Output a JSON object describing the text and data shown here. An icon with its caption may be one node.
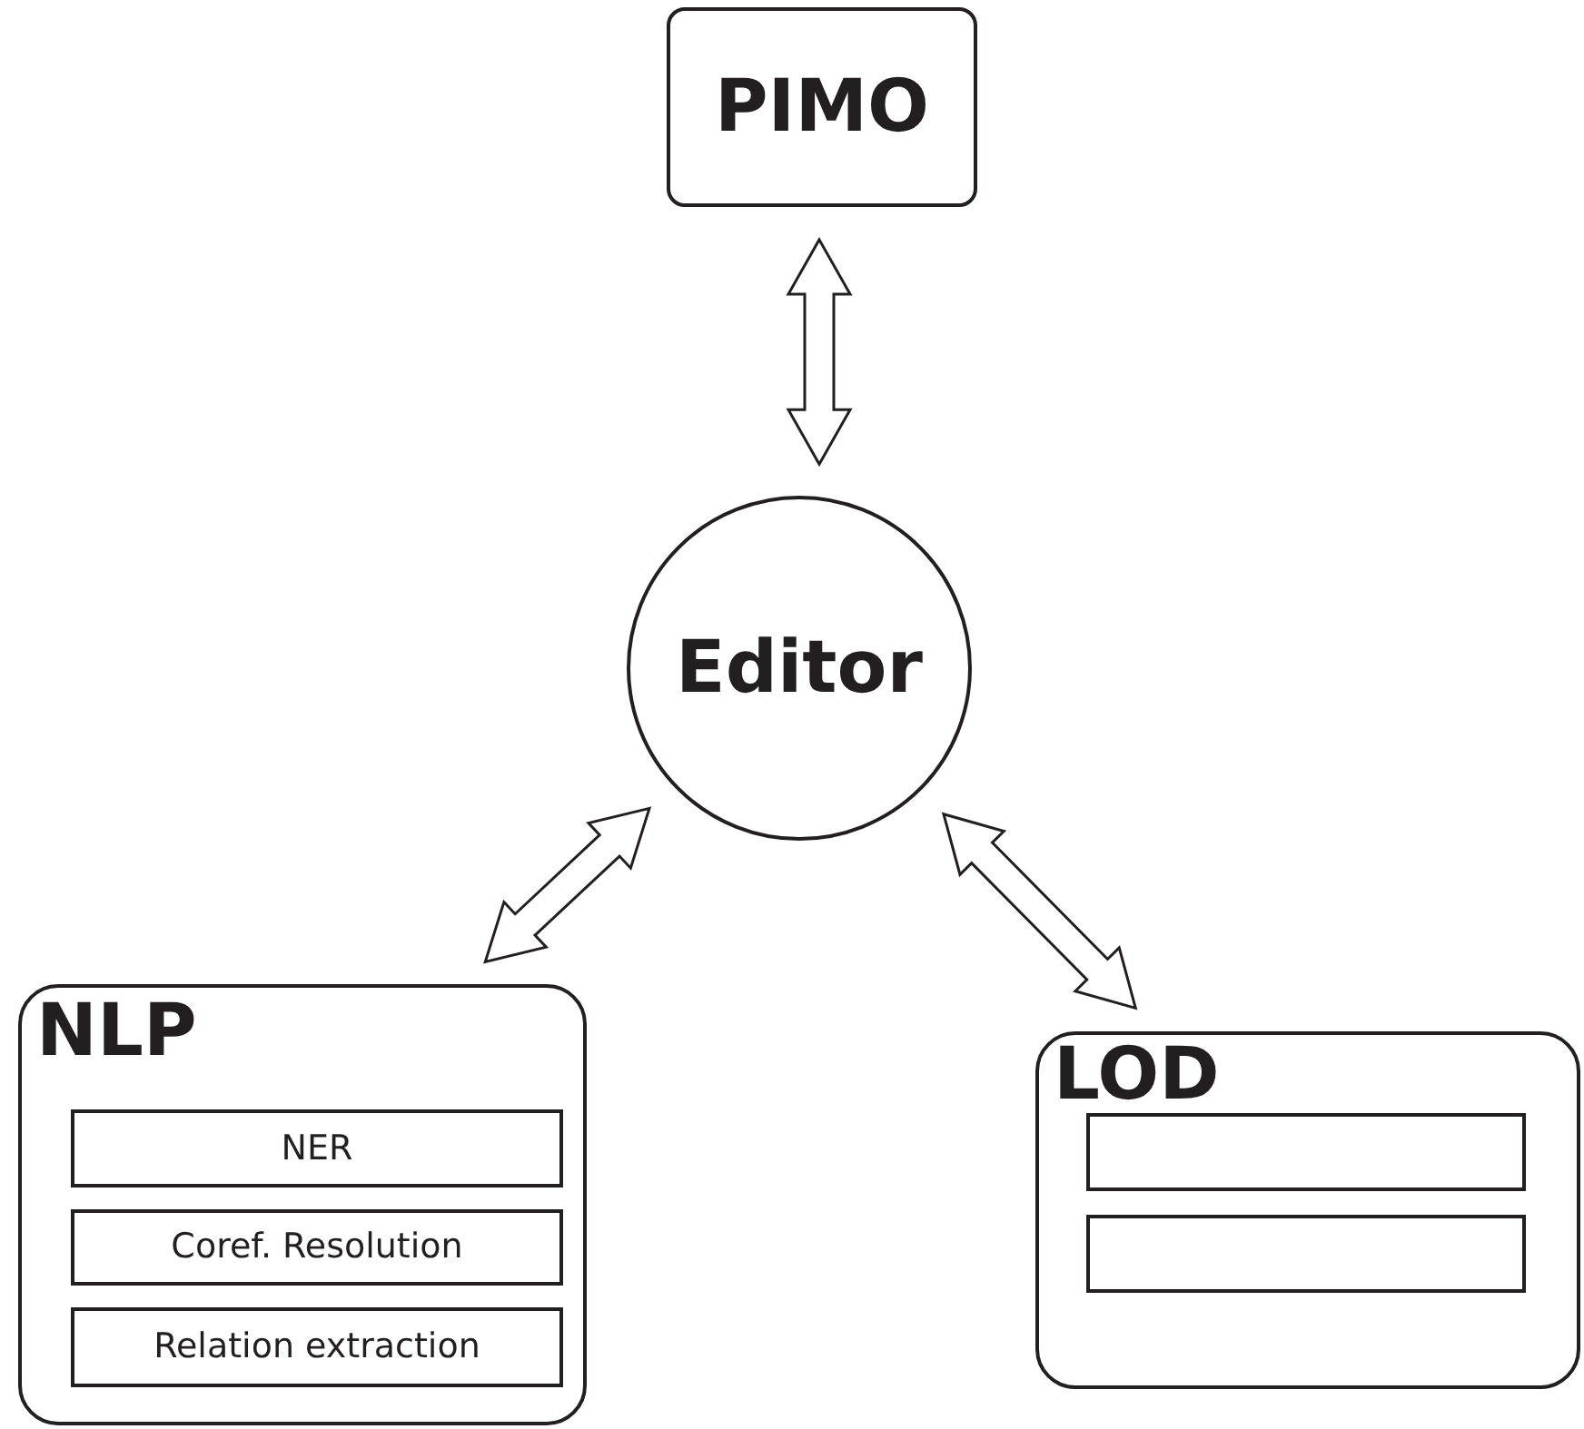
{
  "diagram": {
    "nodes": [
      {
        "text": [
          "PIMO"
        ]
      },
      {
        "text": [
          "Editor"
        ]
      },
      {
        "text": [
          "NLP"
        ]
      },
      {
        "text": [
          "NER"
        ],
        "in": 2
      },
      {
        "text": [
          "Coref. Resolution"
        ],
        "in": 2
      },
      {
        "text": [
          "Relation extraction"
        ],
        "in": 2
      },
      {
        "text": [
          "LOD"
        ]
      },
      {
        "text": [],
        "shape": "box",
        "in": 6
      },
      {
        "text": [],
        "shape": "box",
        "in": 6
      }
    ],
    "edges": [
      {
        "from": 0,
        "to": 1,
        "arrow": "both"
      },
      {
        "from": 1,
        "to": 2,
        "arrow": "both"
      },
      {
        "from": 1,
        "to": 6,
        "arrow": "both"
      }
    ]
  }
}
